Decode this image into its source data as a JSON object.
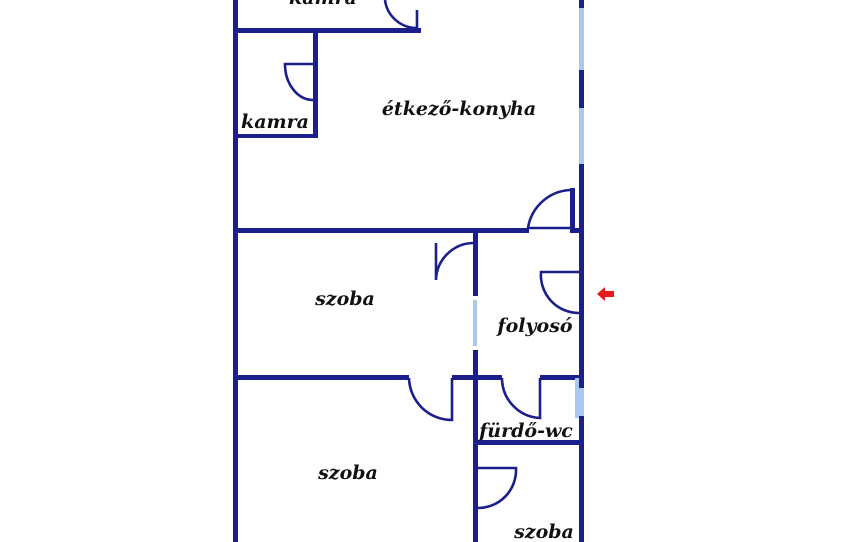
{
  "plan": {
    "rooms": {
      "kamra_top": "kamra",
      "kamra": "kamra",
      "kitchen": "étkező-konyha",
      "szoba_1": "szoba",
      "folyoso": "folyosó",
      "szoba_2": "szoba",
      "furdo_wc": "fürdő-wc",
      "szoba_3": "szoba"
    },
    "colors": {
      "wall": "#1b1f8c",
      "window": "#a9c8ee",
      "entrance_arrow": "#e8191c"
    },
    "entrance_arrow_icon": "left-arrow-icon"
  }
}
